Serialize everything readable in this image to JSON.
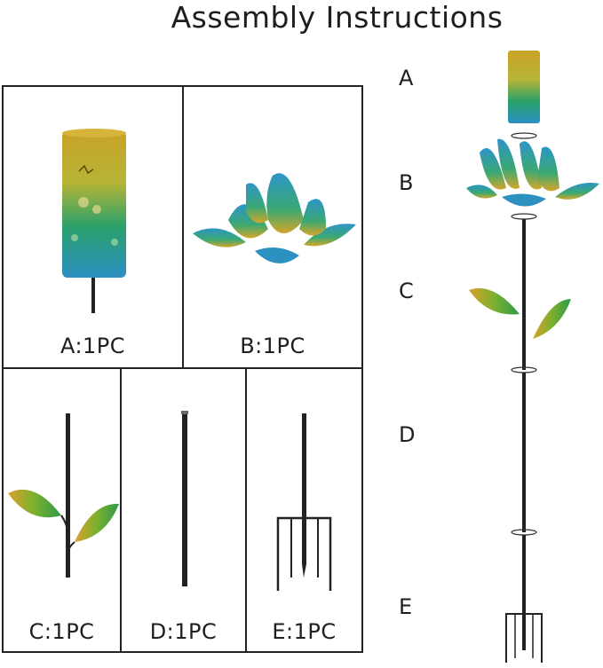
{
  "title": "Assembly Instructions",
  "parts": [
    {
      "id": "A",
      "caption": "A:1PC"
    },
    {
      "id": "B",
      "caption": "B:1PC"
    },
    {
      "id": "C",
      "caption": "C:1PC"
    },
    {
      "id": "D",
      "caption": "D:1PC"
    },
    {
      "id": "E",
      "caption": "E:1PC"
    }
  ],
  "steps": [
    "A",
    "B",
    "C",
    "D",
    "E"
  ]
}
